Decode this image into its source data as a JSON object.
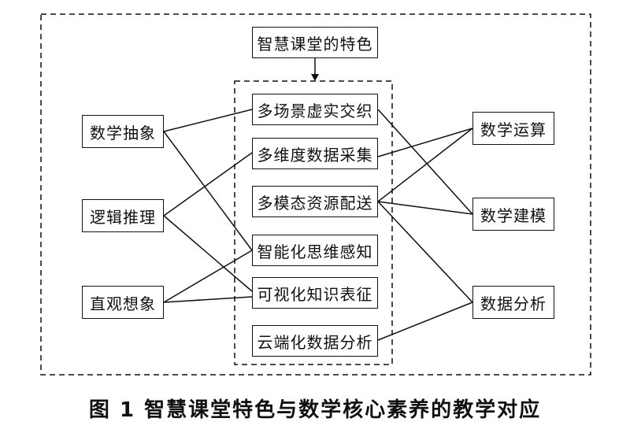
{
  "title": "智慧课堂的特色",
  "features": [
    "多场景虚实交织",
    "多维度数据采集",
    "多模态资源配送",
    "智能化思维感知",
    "可视化知识表征",
    "云端化数据分析"
  ],
  "left_competencies": [
    "数学抽象",
    "逻辑推理",
    "直观想象"
  ],
  "right_competencies": [
    "数学运算",
    "数学建模",
    "数据分析"
  ],
  "caption": "图 1  智慧课堂特色与数学核心素养的教学对应",
  "colors": {
    "line": "#111111",
    "background": "#ffffff"
  }
}
